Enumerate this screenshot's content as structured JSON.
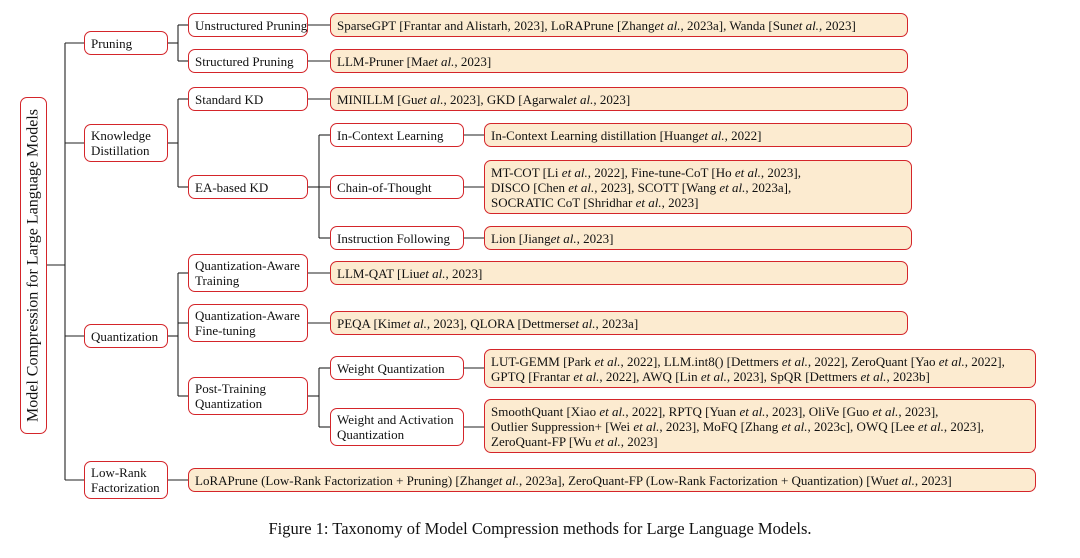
{
  "root": "Model Compression for Large Language Models",
  "categories": {
    "pruning": "Pruning",
    "kd": "Knowledge Distillation",
    "quantization": "Quantization",
    "lowrank": "Low-Rank Factorization"
  },
  "subcategories": {
    "unstructured": "Unstructured Pruning",
    "structured": "Structured Pruning",
    "standard_kd": "Standard KD",
    "ea_kd": "EA-based KD",
    "icl": "In-Context Learning",
    "cot": "Chain-of-Thought",
    "instr": "Instruction Following",
    "qat": "Quantization-Aware Training",
    "qaft": "Quantization-Aware Fine-tuning",
    "ptq": "Post-Training Quantization",
    "wq": "Weight Quantization",
    "waq": "Weight and Activation Quantization"
  },
  "leaves": {
    "unstructured": "SparseGPT [Frantar and Alistarh, 2023], LoRAPrune [Zhang et al., 2023a], Wanda [Sun et al., 2023]",
    "structured": "LLM-Pruner [Ma et al., 2023]",
    "standard_kd": "MINILLM [Gu et al., 2023], GKD [Agarwal et al., 2023]",
    "icl": "In-Context Learning distillation [Huang et al., 2022]",
    "cot": [
      "MT-COT [Li et al., 2022], Fine-tune-CoT [Ho et al., 2023],",
      "DISCO [Chen et al., 2023], SCOTT [Wang et al., 2023a],",
      "SOCRATIC CoT [Shridhar et al., 2023]"
    ],
    "instr": "Lion [Jiang et al., 2023]",
    "qat": "LLM-QAT [Liu et al., 2023]",
    "qaft": "PEQA [Kim et al., 2023], QLORA [Dettmers et al., 2023a]",
    "wq": [
      "LUT-GEMM [Park et al., 2022], LLM.int8() [Dettmers et al., 2022], ZeroQuant [Yao et al., 2022],",
      "GPTQ [Frantar et al., 2022], AWQ [Lin et al., 2023], SpQR [Dettmers et al., 2023b]"
    ],
    "waq": [
      "SmoothQuant [Xiao et al., 2022], RPTQ [Yuan et al., 2023], OliVe [Guo et al., 2023],",
      "Outlier Suppression+ [Wei et al., 2023], MoFQ [Zhang et al., 2023c], OWQ [Lee et al., 2023],",
      "ZeroQuant-FP [Wu et al., 2023]"
    ],
    "lowrank": "LoRAPrune (Low-Rank Factorization + Pruning) [Zhang et al., 2023a], ZeroQuant-FP (Low-Rank Factorization + Quantization) [Wu et al., 2023]"
  },
  "caption": "Figure 1: Taxonomy of Model Compression methods for Large Language Models."
}
